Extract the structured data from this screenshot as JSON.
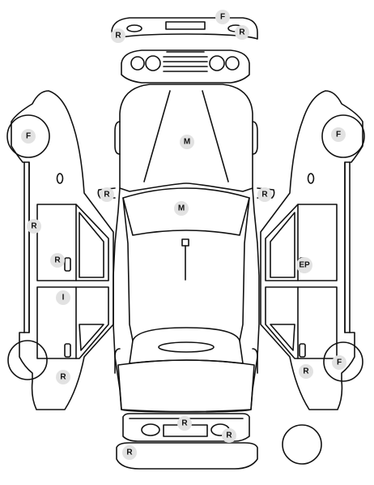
{
  "badges": {
    "front_bumper_fuel": "F",
    "front_bumper_left": "R",
    "front_bumper_right": "R",
    "hood": "M",
    "windshield": "M",
    "mirror_left": "R",
    "mirror_right": "R",
    "left_front_wheel": "F",
    "left_front_door": "R",
    "left_handle_front": "R",
    "left_rear_door": "I",
    "left_rear_wheel": "R",
    "right_front_wheel": "F",
    "right_front_door": "EP",
    "right_rear_wheel_tag": "R",
    "right_rear_wheel": "F",
    "rear_bumper_center": "R",
    "rear_bumper_right": "R",
    "rear_valance": "R"
  }
}
